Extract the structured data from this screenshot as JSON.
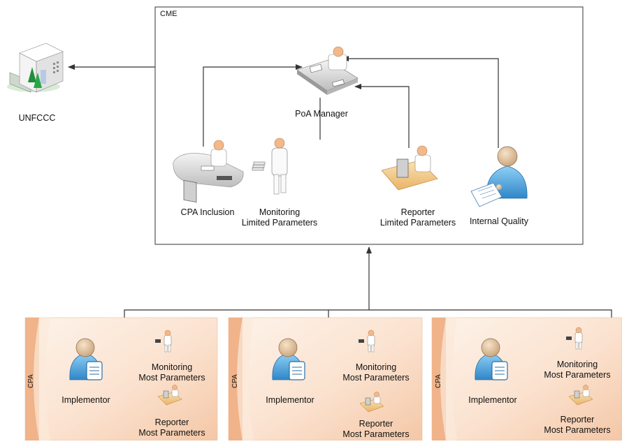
{
  "cme": {
    "title": "CME",
    "poa_manager": "PoA Manager",
    "cpa_inclusion": "CPA Inclusion",
    "monitoring_line1": "Monitoring",
    "monitoring_line2": "Limited Parameters",
    "reporter_line1": "Reporter",
    "reporter_line2": "Limited Parameters",
    "internal_quality": "Internal Quality"
  },
  "unfccc": {
    "label": "UNFCCC"
  },
  "cpa_panels": [
    {
      "tab": "CPA",
      "implementor": "Implementor",
      "monitoring_line1": "Monitoring",
      "monitoring_line2": "Most Parameters",
      "reporter_line1": "Reporter",
      "reporter_line2": "Most Parameters"
    },
    {
      "tab": "CPA",
      "implementor": "Implementor",
      "monitoring_line1": "Monitoring",
      "monitoring_line2": "Most Parameters",
      "reporter_line1": "Reporter",
      "reporter_line2": "Most Parameters"
    },
    {
      "tab": "CPA",
      "implementor": "Implementor",
      "monitoring_line1": "Monitoring",
      "monitoring_line2": "Most Parameters",
      "reporter_line1": "Reporter",
      "reporter_line2": "Most Parameters"
    }
  ],
  "colors": {
    "panel_tab": "#f0b38a",
    "panel_body_light": "#fdf0e6",
    "panel_body_mid": "#f6d0b4",
    "person_skin": "#f3b98a",
    "person_blue": "#4aa3df",
    "line": "#333333"
  }
}
